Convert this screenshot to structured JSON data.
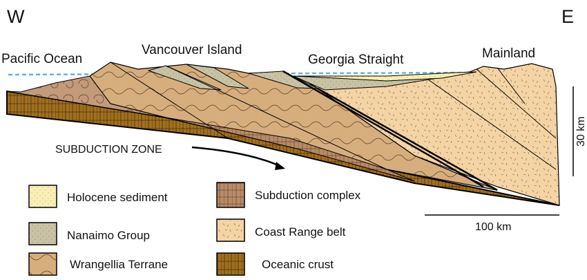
{
  "compass": {
    "west": "W",
    "east": "E"
  },
  "regions": {
    "pacific": "Pacific Ocean",
    "vancouver": "Vancouver Island",
    "georgia": "Georgia Straight",
    "mainland": "Mainland"
  },
  "subduction_label": "SUBDUCTION ZONE",
  "scale": {
    "vertical": "30 km",
    "horizontal": "100 km"
  },
  "legend": [
    {
      "label": "Holocene sediment",
      "color": "#f8efb4"
    },
    {
      "label": "Nanaimo Group",
      "color": "#c9c2a4"
    },
    {
      "label": "Wrangellia Terrane",
      "color": "#d6ae7e"
    },
    {
      "label": "Subduction complex",
      "color": "#b88a68"
    },
    {
      "label": "Coast Range belt",
      "color": "#f4d4a4"
    },
    {
      "label": "Oceanic crust",
      "color": "#a0701f"
    }
  ],
  "colors": {
    "sea_level": "#5fb3e0"
  }
}
